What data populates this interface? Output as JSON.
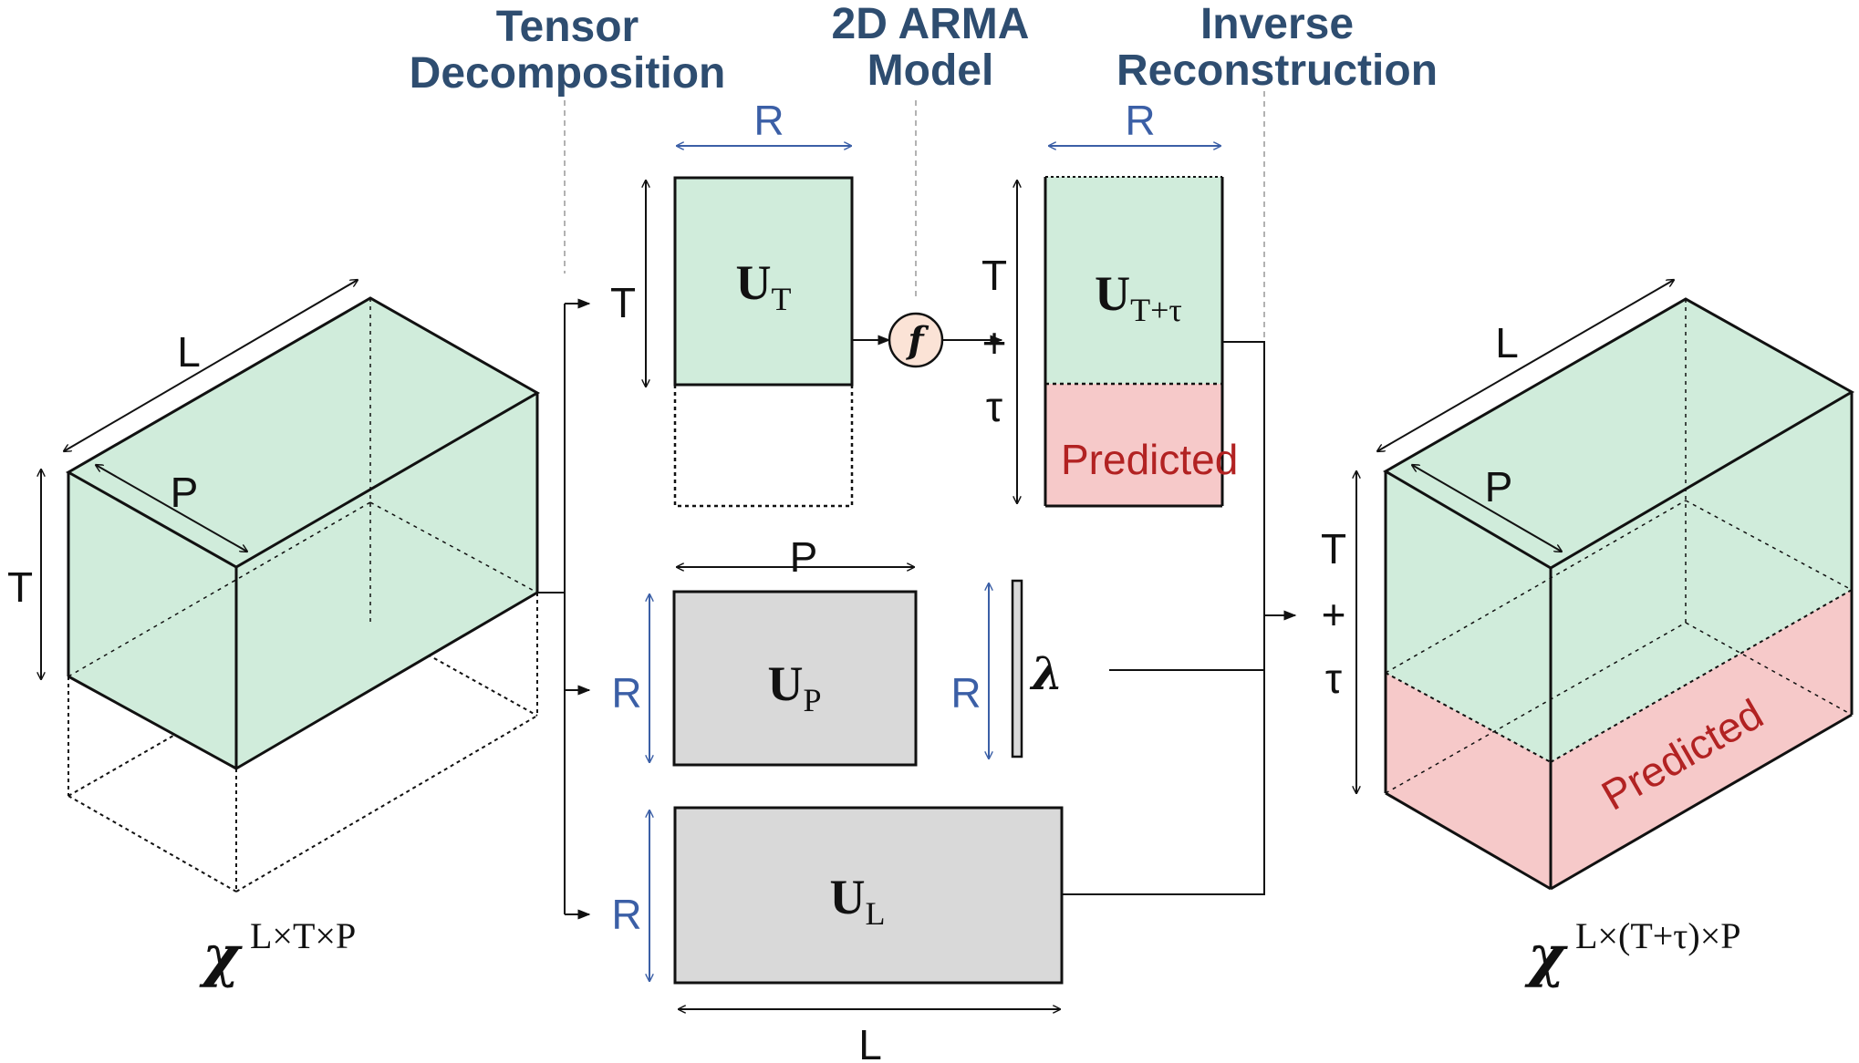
{
  "stages": {
    "decomposition": [
      "Tensor",
      "Decomposition"
    ],
    "arma": [
      "2D ARMA",
      "Model"
    ],
    "reconstruction": [
      "Inverse",
      "Reconstruction"
    ]
  },
  "dims": {
    "L": "L",
    "T": "T",
    "P": "P",
    "R": "R",
    "plus": "+",
    "tau": "τ"
  },
  "matrices": {
    "U": "U",
    "ut_sub": "T",
    "utt_sub": "T+τ",
    "up_sub": "P",
    "ul_sub": "L",
    "lambda": "λ",
    "f": "f"
  },
  "predicted_label": "Predicted",
  "tensors": {
    "symbol": "𝝌",
    "input_sup": "L×T×P",
    "output_sup": "L×(T+τ)×P"
  },
  "colors": {
    "green_fill": "#d0ecdb",
    "red_fill": "#f6c9c9",
    "gray_fill": "#d9d9d9",
    "title_blue": "#2e4d70",
    "dim_blue": "#3b5fa6",
    "predicted_red": "#b22222",
    "f_circle": "#fbe3d6"
  }
}
